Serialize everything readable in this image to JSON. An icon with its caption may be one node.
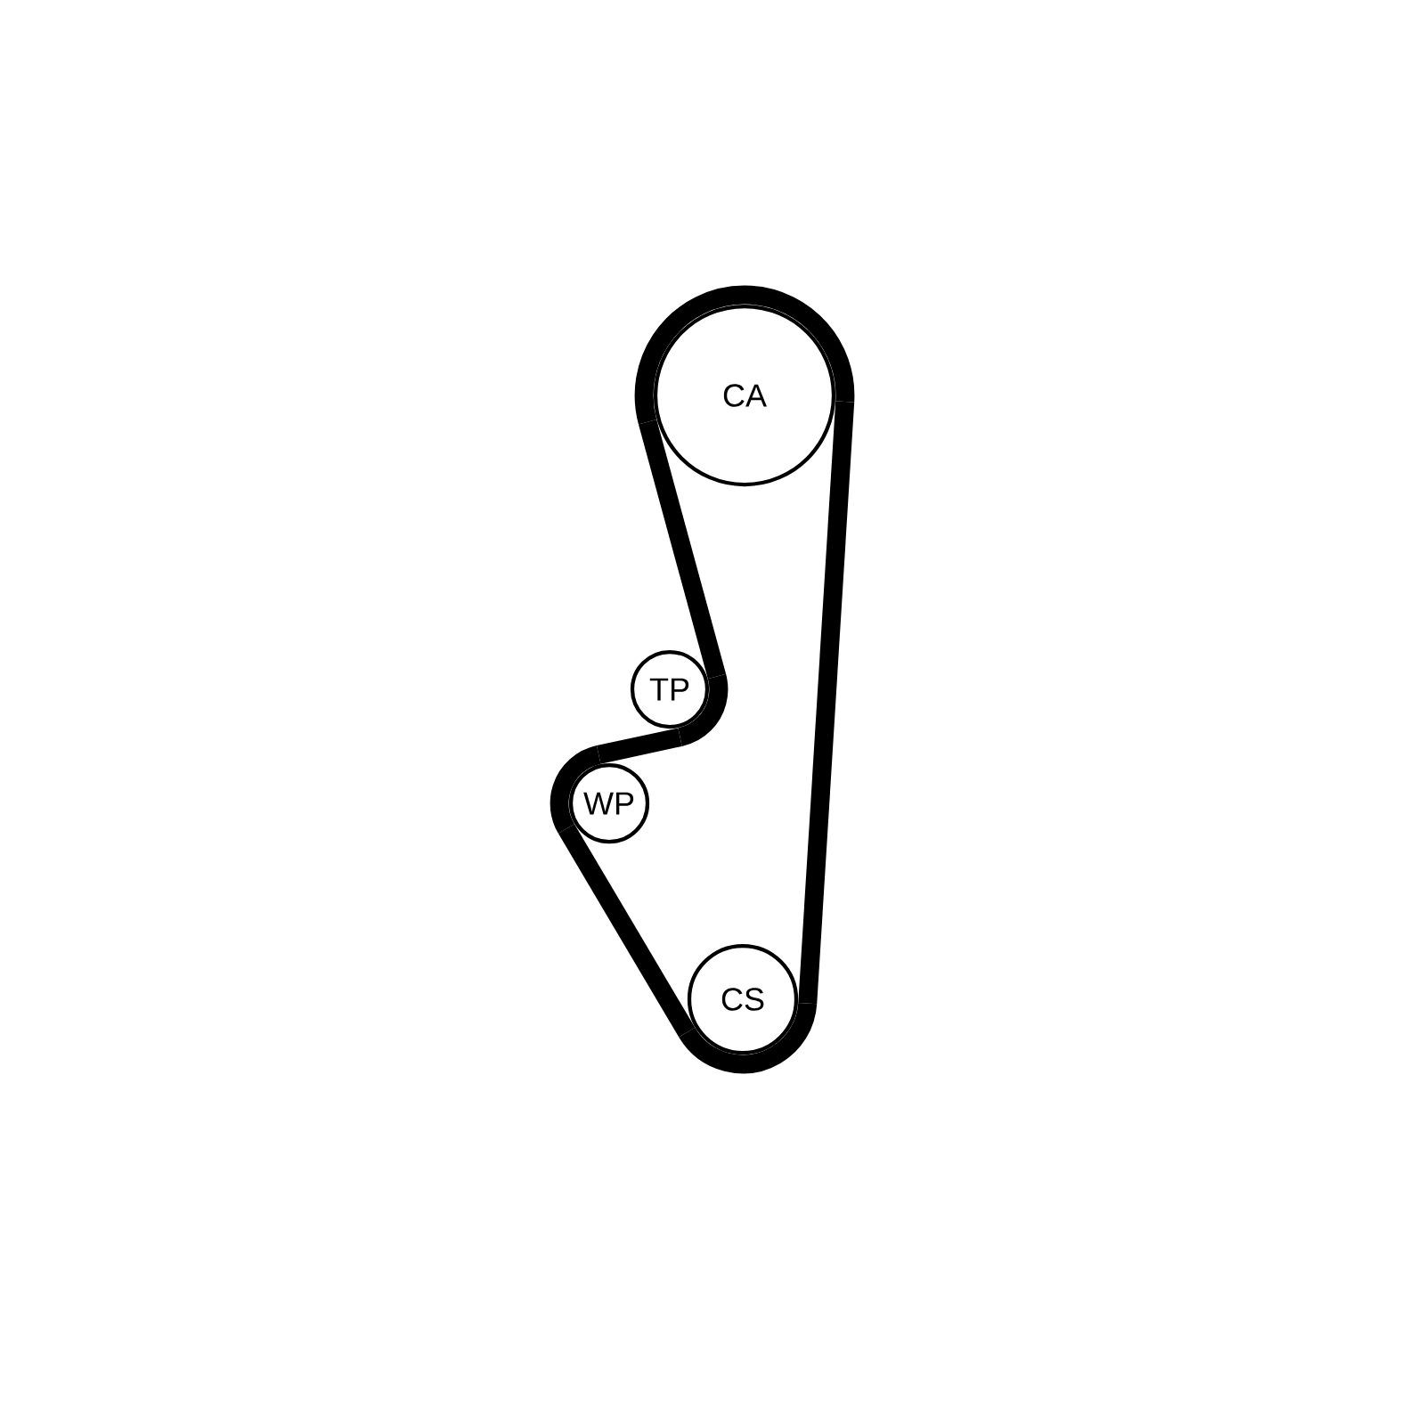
{
  "diagram": {
    "nodes": [
      {
        "text": [
          "CA"
        ]
      },
      {
        "text": [
          "TP"
        ]
      },
      {
        "text": [
          "WP"
        ]
      },
      {
        "text": [
          "CS"
        ]
      }
    ],
    "edges": [
      {
        "from": 0,
        "to": 1,
        "arrow": "none"
      },
      {
        "from": 1,
        "to": 2,
        "arrow": "none"
      },
      {
        "from": 2,
        "to": 3,
        "arrow": "none"
      },
      {
        "from": 3,
        "to": 0,
        "arrow": "none"
      }
    ]
  }
}
